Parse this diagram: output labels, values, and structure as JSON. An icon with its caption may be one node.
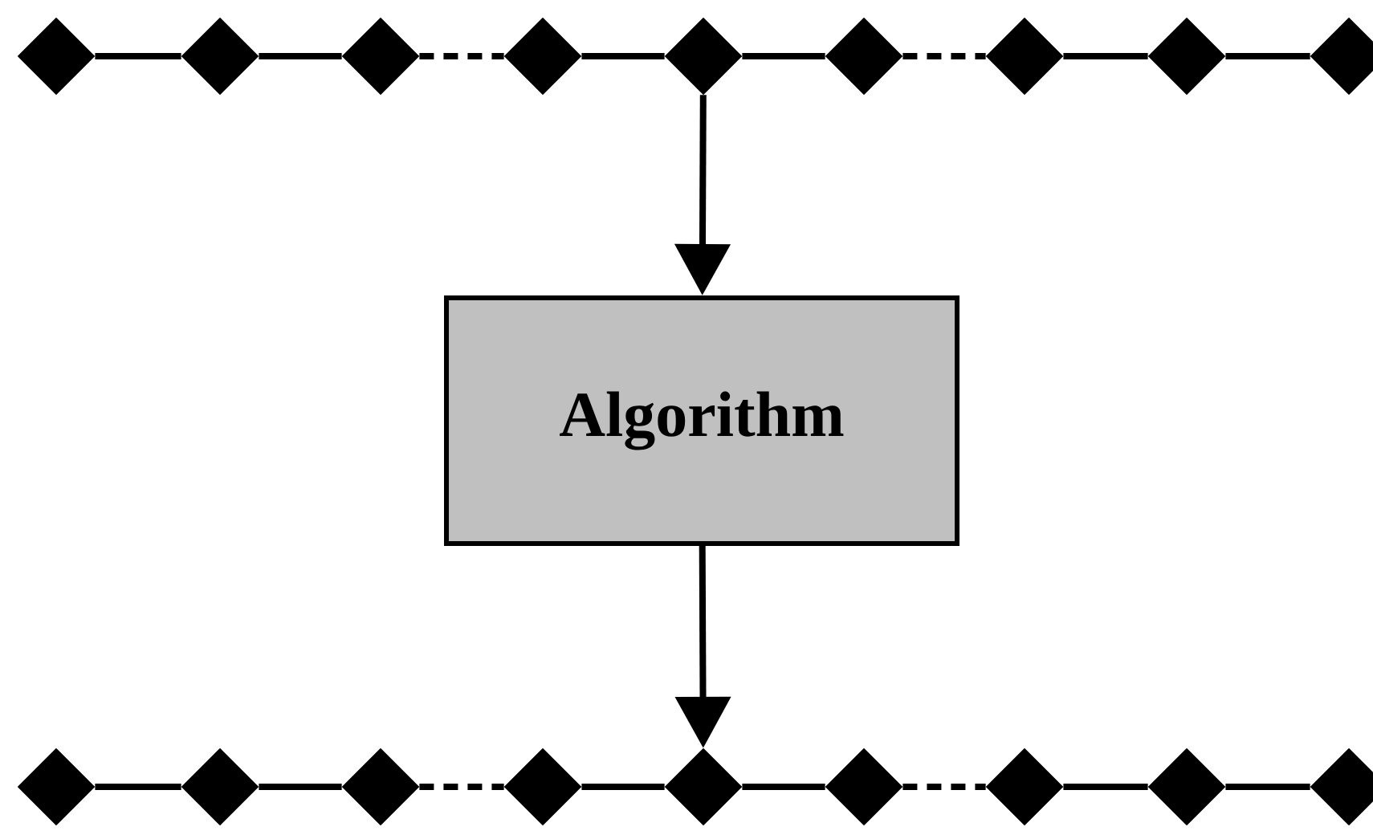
{
  "diagram": {
    "nodes": [
      {
        "text": [],
        "shape": "diamond"
      },
      {
        "text": [],
        "shape": "diamond"
      },
      {
        "text": [],
        "shape": "diamond"
      },
      {
        "text": [],
        "shape": "diamond"
      },
      {
        "text": [],
        "shape": "diamond"
      },
      {
        "text": [],
        "shape": "diamond"
      },
      {
        "text": [],
        "shape": "diamond"
      },
      {
        "text": [],
        "shape": "diamond"
      },
      {
        "text": [],
        "shape": "diamond"
      },
      {
        "text": [
          "Algorithm"
        ]
      },
      {
        "text": [],
        "shape": "diamond"
      },
      {
        "text": [],
        "shape": "diamond"
      },
      {
        "text": [],
        "shape": "diamond"
      },
      {
        "text": [],
        "shape": "diamond"
      },
      {
        "text": [],
        "shape": "diamond"
      },
      {
        "text": [],
        "shape": "diamond"
      },
      {
        "text": [],
        "shape": "diamond"
      },
      {
        "text": [],
        "shape": "diamond"
      },
      {
        "text": [],
        "shape": "diamond"
      }
    ],
    "edges": [
      {
        "from": 0,
        "to": 1,
        "arrow": "none"
      },
      {
        "from": 1,
        "to": 2,
        "arrow": "none"
      },
      {
        "from": 2,
        "to": 3,
        "arrow": "none",
        "style": "dashed"
      },
      {
        "from": 3,
        "to": 4,
        "arrow": "none"
      },
      {
        "from": 4,
        "to": 5,
        "arrow": "none"
      },
      {
        "from": 5,
        "to": 6,
        "arrow": "none",
        "style": "dashed"
      },
      {
        "from": 6,
        "to": 7,
        "arrow": "none"
      },
      {
        "from": 7,
        "to": 8,
        "arrow": "none"
      },
      {
        "from": 4,
        "to": 9,
        "arrow": "to"
      },
      {
        "from": 9,
        "to": 14,
        "arrow": "to"
      },
      {
        "from": 10,
        "to": 11,
        "arrow": "none"
      },
      {
        "from": 11,
        "to": 12,
        "arrow": "none"
      },
      {
        "from": 12,
        "to": 13,
        "arrow": "none",
        "style": "dashed"
      },
      {
        "from": 13,
        "to": 14,
        "arrow": "none"
      },
      {
        "from": 14,
        "to": 15,
        "arrow": "none"
      },
      {
        "from": 15,
        "to": 16,
        "arrow": "none",
        "style": "dashed"
      },
      {
        "from": 16,
        "to": 17,
        "arrow": "none"
      },
      {
        "from": 17,
        "to": 18,
        "arrow": "none"
      }
    ]
  }
}
